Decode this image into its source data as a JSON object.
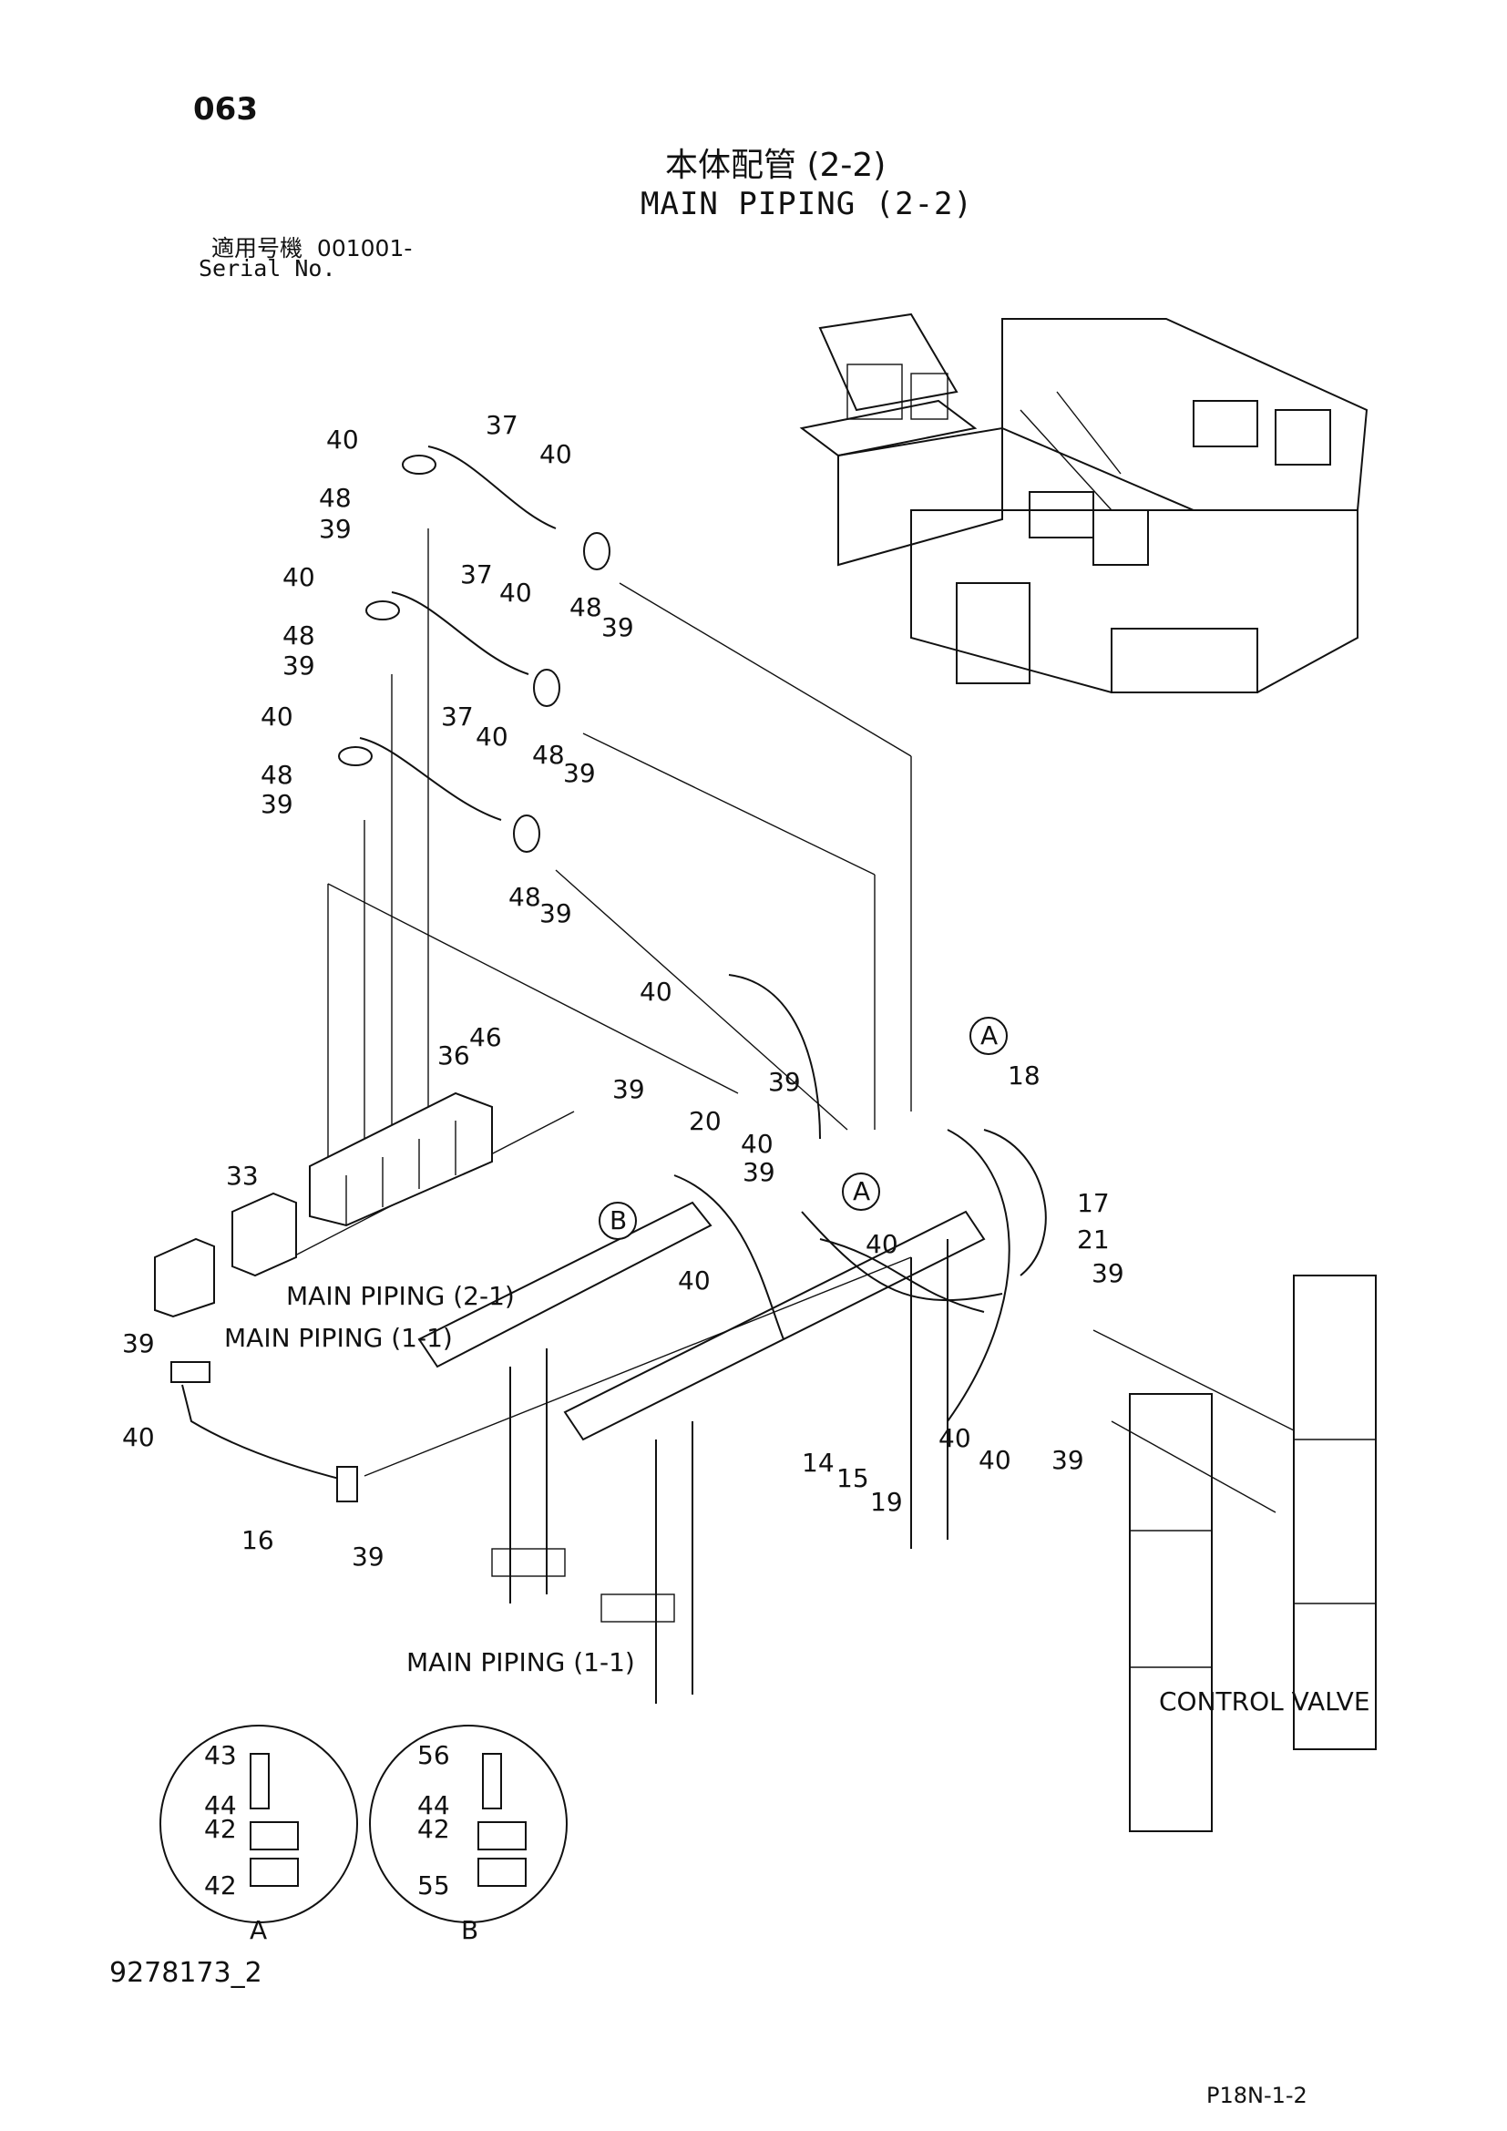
{
  "header": {
    "page_number": "063",
    "title_jp": "本体配管 (2-2)",
    "title_en": "MAIN PIPING (2-2)",
    "serial_label_jp": "適用号機",
    "serial_value": "001001-",
    "serial_label_en": "Serial No."
  },
  "callouts": {
    "c40a": "40",
    "c48a": "48",
    "c39a": "39",
    "c37a": "37",
    "c40b": "40",
    "c48b": "48",
    "c39b": "39",
    "c40c": "40",
    "c48c": "48",
    "c39c": "39",
    "c37b": "37",
    "c40d": "40",
    "c48d": "48",
    "c39d": "39",
    "c40e": "40",
    "c48e": "48",
    "c39e": "39",
    "c37c": "37",
    "c40f": "40",
    "c48f": "48",
    "c39f": "39",
    "c40g": "40",
    "c39g": "39",
    "c20": "20",
    "c39h": "39",
    "c40h": "40",
    "c39i": "39",
    "c46": "46",
    "c36": "36",
    "c33": "33",
    "c18": "18",
    "c17": "17",
    "c21": "21",
    "c40i": "40",
    "c40j": "40",
    "c39j": "39",
    "c39k": "39",
    "c40k": "40",
    "c16": "16",
    "c39l": "39",
    "c14": "14",
    "c15": "15",
    "c19": "19",
    "c40l": "40",
    "c40m": "40",
    "c39m": "39",
    "d43": "43",
    "d44a": "44",
    "d42a": "42",
    "d42b": "42",
    "d56": "56",
    "d44b": "44",
    "d42c": "42",
    "d55": "55"
  },
  "detail_refs": {
    "a_top": "A",
    "a_mid": "A",
    "b_mid": "B",
    "a_detail": "A",
    "b_detail": "B"
  },
  "notes": {
    "main_piping_21": "MAIN PIPING (2-1)",
    "main_piping_11a": "MAIN PIPING (1-1)",
    "main_piping_11b": "MAIN PIPING (1-1)",
    "control_valve": "CONTROL VALVE"
  },
  "footer": {
    "doc_id": "9278173_2",
    "page_ref": "P18N-1-2"
  }
}
